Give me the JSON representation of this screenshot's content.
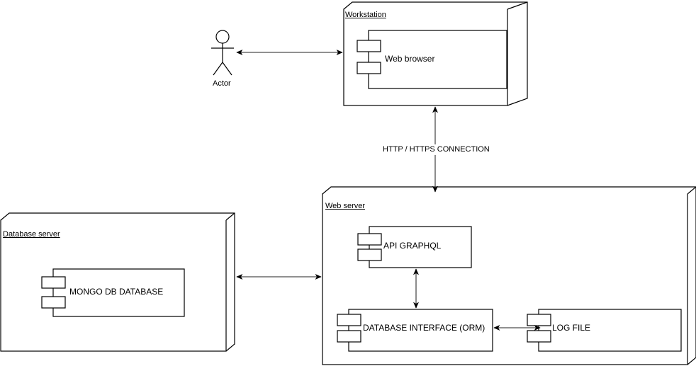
{
  "diagram": {
    "type": "uml-deployment-diagram",
    "background_color": "#ffffff",
    "stroke_color": "#000000",
    "actors": [
      {
        "id": "actor",
        "label": "Actor"
      }
    ],
    "nodes": [
      {
        "id": "workstation",
        "label": "Workstation",
        "components": [
          {
            "id": "web-browser",
            "label": "Web browser"
          }
        ]
      },
      {
        "id": "database-server",
        "label": "Database server",
        "components": [
          {
            "id": "mongo-db-database",
            "label": "MONGO DB DATABASE"
          }
        ]
      },
      {
        "id": "web-server",
        "label": "Web server",
        "components": [
          {
            "id": "api-graphql",
            "label": "API GRAPHQL"
          },
          {
            "id": "database-interface-orm",
            "label": "DATABASE INTERFACE (ORM)"
          },
          {
            "id": "log-file",
            "label": "LOG FILE"
          }
        ]
      }
    ],
    "connections": [
      {
        "id": "actor-to-workstation",
        "from": "actor",
        "to": "workstation",
        "label": "",
        "arrow": "both"
      },
      {
        "id": "workstation-to-web-server",
        "from": "workstation",
        "to": "web-server",
        "label": "HTTP / HTTPS CONNECTION",
        "arrow": "both"
      },
      {
        "id": "database-server-to-web-server",
        "from": "database-server",
        "to": "web-server",
        "label": "",
        "arrow": "both"
      },
      {
        "id": "api-graphql-to-database-interface",
        "from": "api-graphql",
        "to": "database-interface-orm",
        "label": "",
        "arrow": "both"
      },
      {
        "id": "database-interface-to-log-file",
        "from": "database-interface-orm",
        "to": "log-file",
        "label": "",
        "arrow": "both"
      }
    ]
  }
}
